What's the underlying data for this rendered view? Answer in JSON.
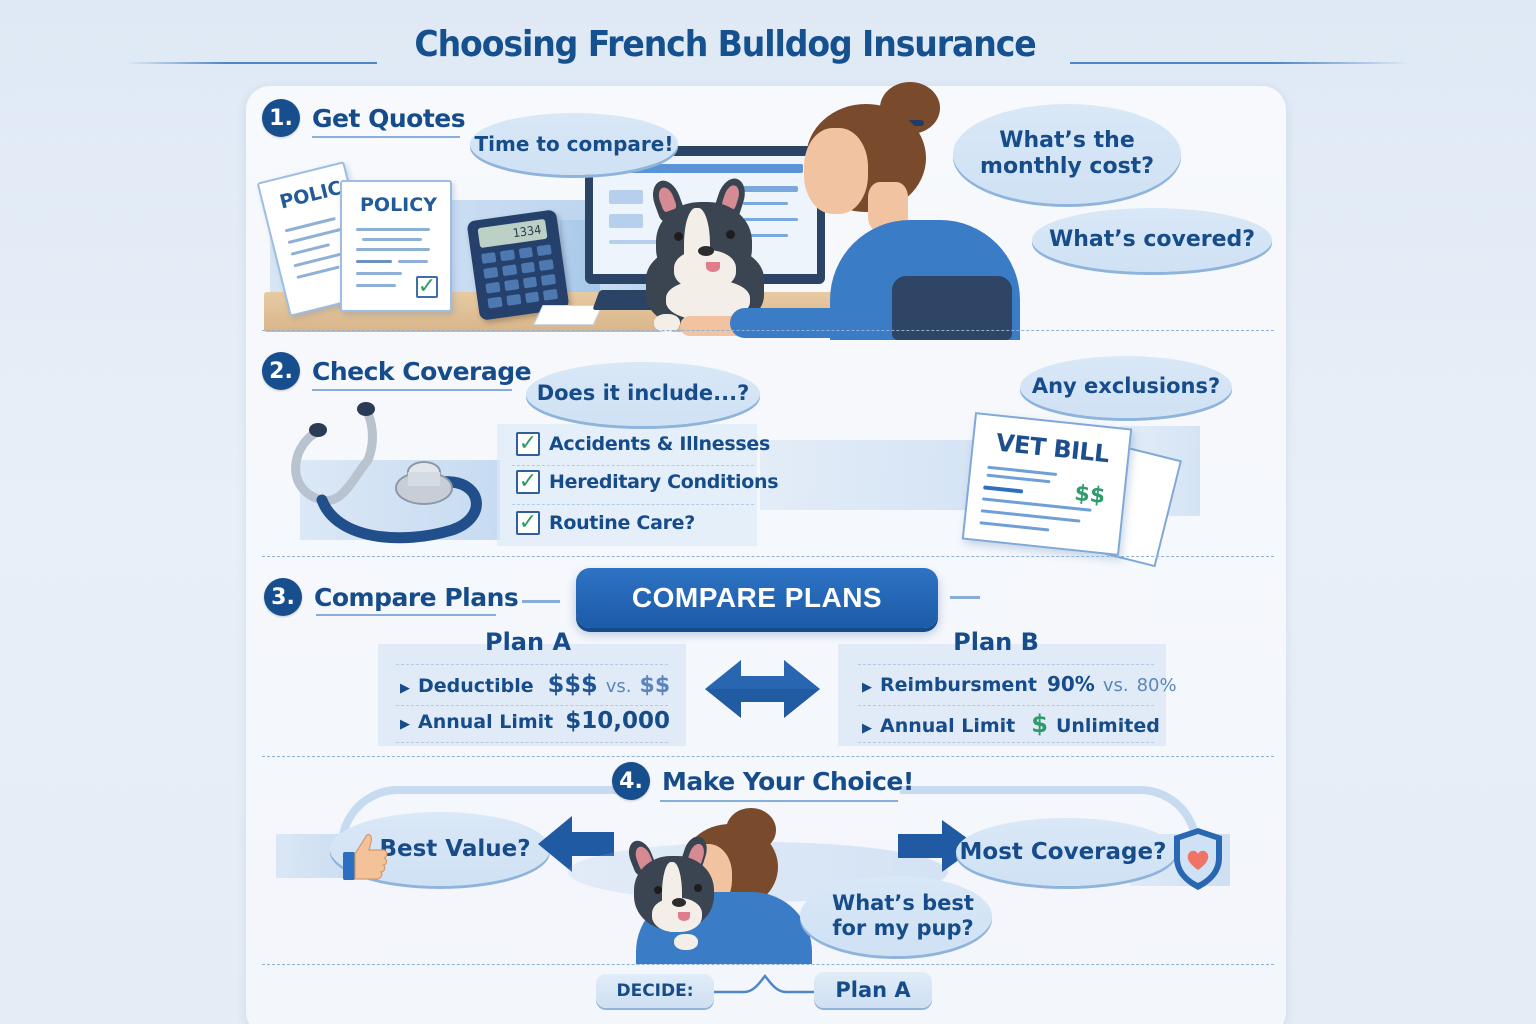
{
  "header": {
    "title": "Choosing French Bulldog Insurance"
  },
  "colors": {
    "primary_blue": "#174f8e",
    "accent_blue": "#2e73c4",
    "bubble_blue": "#d5e5f6",
    "money_green": "#2f9a6a",
    "heart_coral": "#ef7466",
    "background": "#e4ecf6"
  },
  "steps": [
    {
      "number": "1.",
      "label": "Get Quotes",
      "bubbles": [
        "Time to compare!",
        "What’s the monthly cost?",
        "What’s covered?"
      ],
      "bubble_lines": {
        "monthly_1": "What’s the",
        "monthly_2": "monthly cost?"
      },
      "props": {
        "policy_back": "POLIC",
        "policy_front": "POLICY",
        "calculator_display": "1334"
      }
    },
    {
      "number": "2.",
      "label": "Check Coverage",
      "bubbles": [
        "Does it include...?",
        "Any exclusions?"
      ],
      "checklist": [
        {
          "label": "Accidents & Illnesses",
          "checked": true
        },
        {
          "label": "Hereditary Conditions",
          "checked": true
        },
        {
          "label": "Routine Care?",
          "checked": true
        }
      ],
      "vet_bill": {
        "title": "VET BILL",
        "amount": "$$"
      }
    },
    {
      "number": "3.",
      "label": "Compare Plans",
      "button_label": "COMPARE PLANS",
      "plans": [
        {
          "name": "Plan A",
          "rows": [
            {
              "label": "Deductible",
              "value_a": "$$$",
              "vs": "vs.",
              "value_b": "$$"
            },
            {
              "label": "Annual Limit",
              "value": "$10,000"
            }
          ]
        },
        {
          "name": "Plan B",
          "rows": [
            {
              "label": "Reimbursment",
              "value_a": "90%",
              "vs": "vs.",
              "value_b": "80%"
            },
            {
              "label": "Annual Limit",
              "symbol": "$",
              "value": "Unlimited"
            }
          ]
        }
      ]
    },
    {
      "number": "4.",
      "label": "Make Your Choice!",
      "options": [
        "Best Value?",
        "Most Coverage?"
      ],
      "thought": {
        "line1": "What’s best",
        "line2": "for my pup?"
      },
      "decision": {
        "label": "DECIDE:",
        "value": "Plan A"
      }
    }
  ],
  "icons": {
    "policy_documents": "policy-documents-icon",
    "calculator": "calculator-icon",
    "monitor": "monitor-icon",
    "stethoscope": "stethoscope-icon",
    "vet_bill": "vet-bill-icon",
    "double_arrow": "double-arrow-icon",
    "thumbs_up": "thumbs-up-icon",
    "shield_heart": "shield-heart-icon",
    "check": "✓",
    "triangle": "▶"
  }
}
